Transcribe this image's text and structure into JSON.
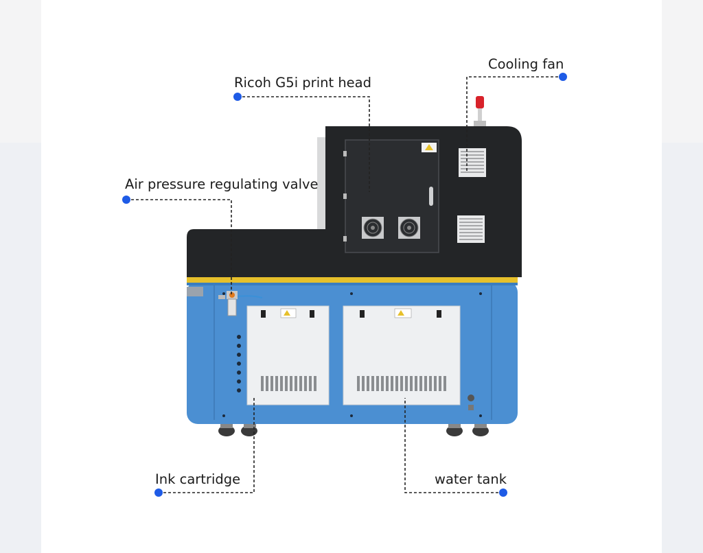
{
  "callouts": {
    "cooling_fan": "Cooling fan",
    "print_head": "Ricoh G5i print head",
    "air_valve": "Air pressure regulating valve",
    "ink_cartridge": "Ink cartridge",
    "water_tank": "water tank"
  },
  "colors": {
    "leader_line": "#222222",
    "dot": "#1e5be6",
    "body_blue": "#4b8fd2",
    "housing_black": "#232527",
    "trim_yellow": "#e6c02b"
  }
}
